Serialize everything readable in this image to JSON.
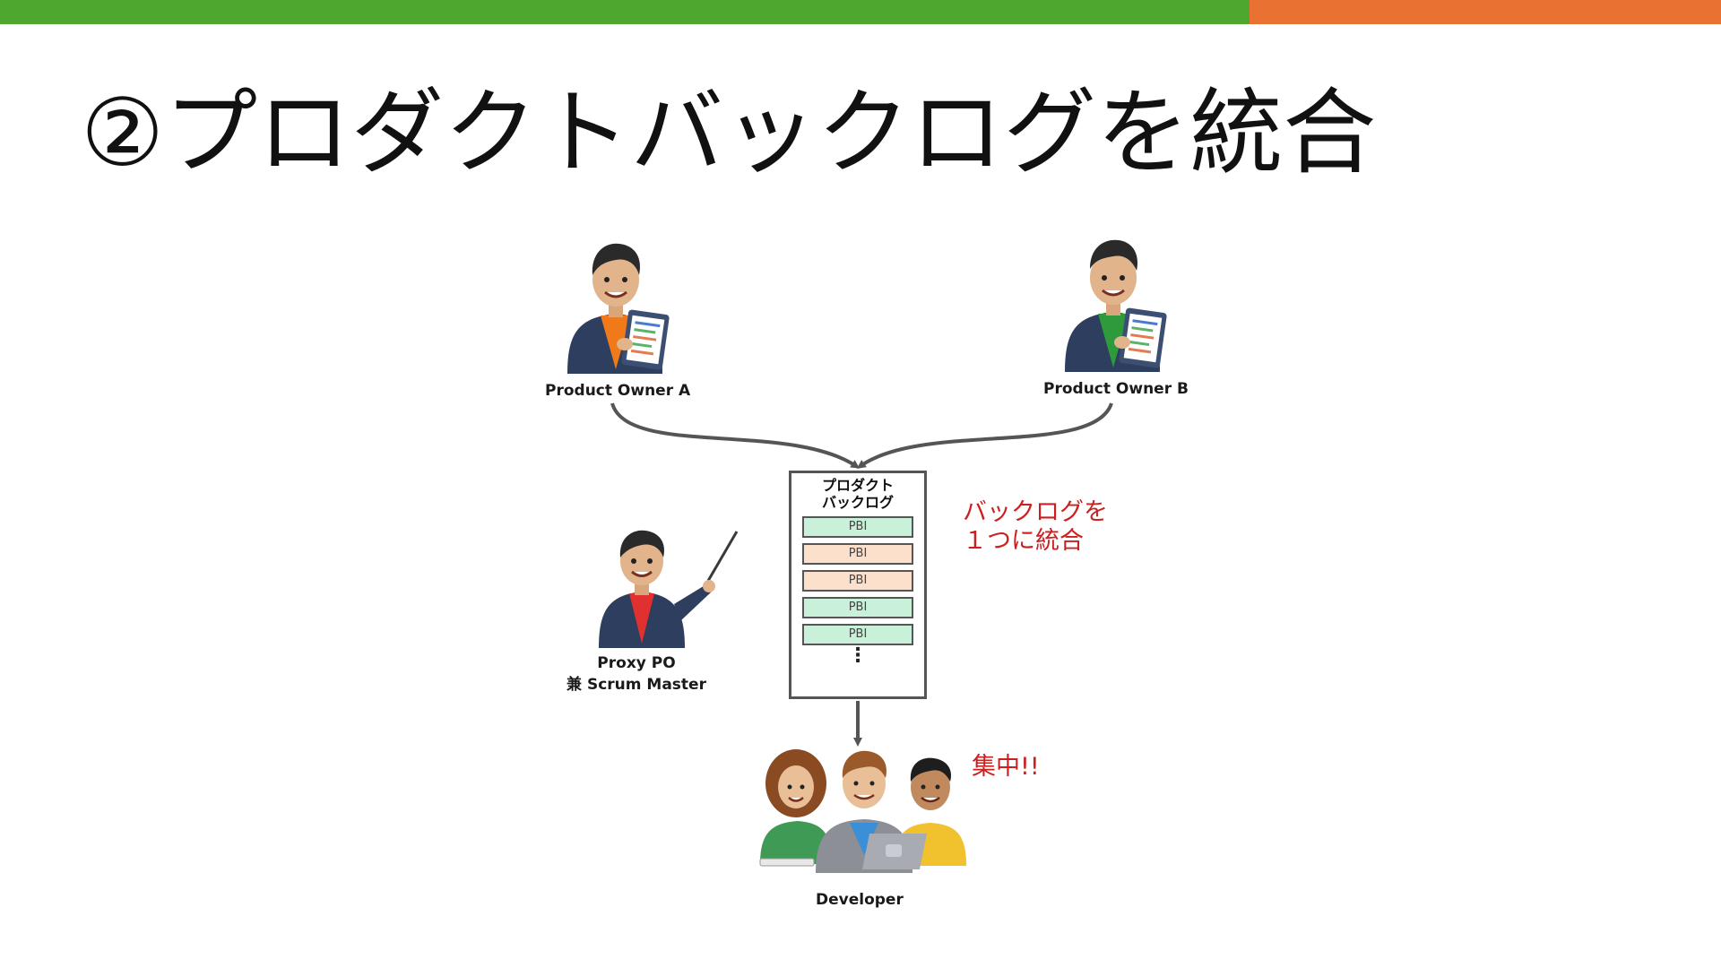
{
  "colors": {
    "top_bar_left": "#4ea72e",
    "top_bar_right": "#e97132",
    "note_red": "#cc1f1f",
    "pbi_green": "#c9f0d9",
    "pbi_orange": "#fde0cc",
    "shirt_orange": "#f07a1a",
    "shirt_green": "#2f9a3c",
    "shirt_red": "#e03030"
  },
  "title": "②プロダクトバックログを統合",
  "product_owner_a": {
    "label": "Product Owner A"
  },
  "product_owner_b": {
    "label": "Product Owner B"
  },
  "proxy_po": {
    "line1": "Proxy PO",
    "line2": "兼 Scrum Master"
  },
  "backlog": {
    "title_line1": "プロダクト",
    "title_line2": "バックログ",
    "items": [
      {
        "label": "PBI",
        "kind": "green"
      },
      {
        "label": "PBI",
        "kind": "orange"
      },
      {
        "label": "PBI",
        "kind": "orange"
      },
      {
        "label": "PBI",
        "kind": "green"
      },
      {
        "label": "PBI",
        "kind": "green"
      }
    ],
    "more": "⋮"
  },
  "note_merge": {
    "line1": "バックログを",
    "line2": "１つに統合"
  },
  "note_focus": "集中!!",
  "developer": {
    "label": "Developer"
  },
  "icons": [
    "person-with-tablet-icon",
    "person-with-pointer-icon",
    "developer-team-icon",
    "arrow-icon"
  ]
}
